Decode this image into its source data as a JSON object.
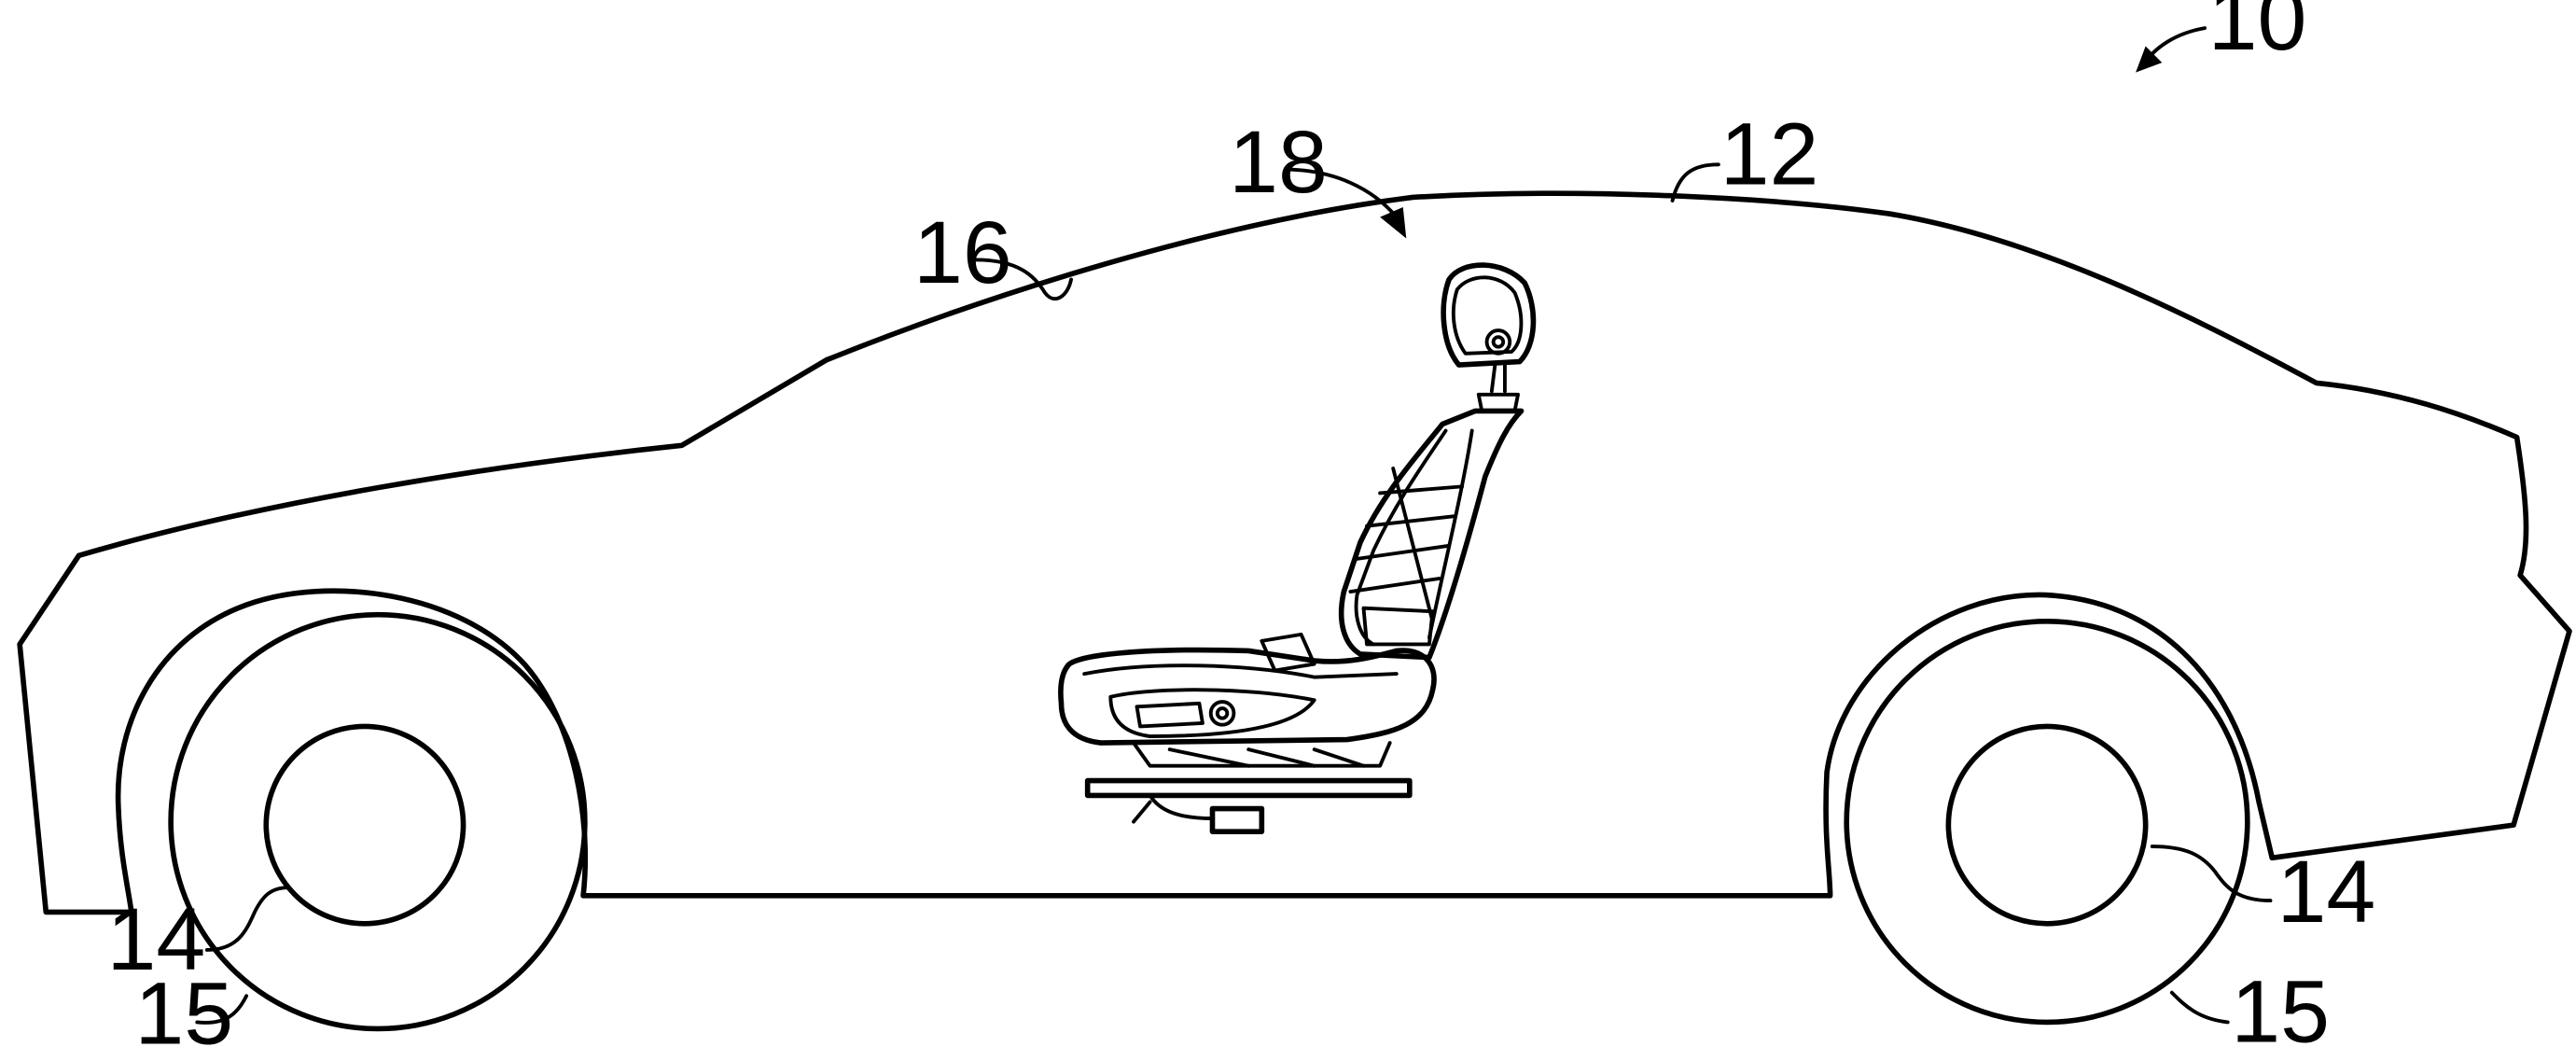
{
  "figure": {
    "labels": {
      "vehicle": "10",
      "body": "12",
      "wheel_front": "14",
      "wheel_rear": "14",
      "tire_front": "15",
      "tire_rear": "15",
      "roof_interior": "16",
      "seat": "18"
    }
  }
}
